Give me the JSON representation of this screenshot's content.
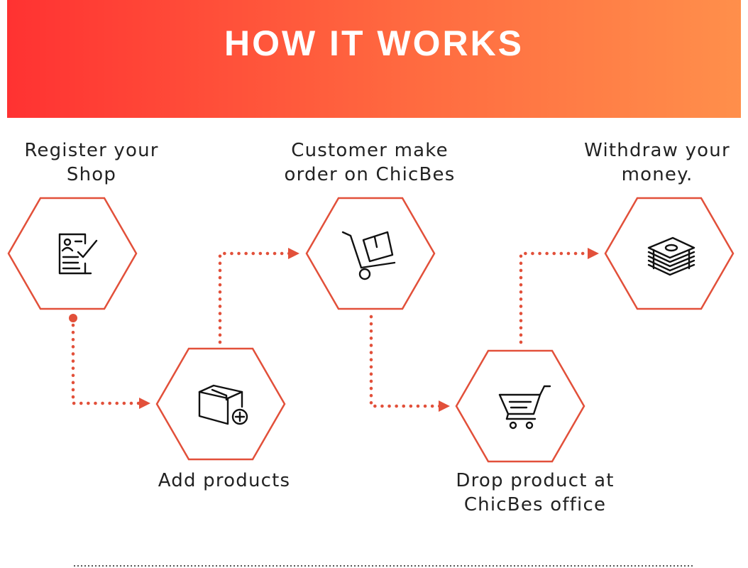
{
  "header": {
    "title": "HOW IT WORKS"
  },
  "steps": [
    {
      "id": 1,
      "label_lines": [
        "Register your",
        "Shop"
      ],
      "icon": "registration-form-icon"
    },
    {
      "id": 2,
      "label_lines": [
        "Add products"
      ],
      "icon": "box-add-icon"
    },
    {
      "id": 3,
      "label_lines": [
        "Customer make",
        "order on ChicBes"
      ],
      "icon": "hand-truck-icon"
    },
    {
      "id": 4,
      "label_lines": [
        "Drop product at",
        "ChicBes office"
      ],
      "icon": "shopping-cart-icon"
    },
    {
      "id": 5,
      "label_lines": [
        "Withdraw your",
        "money."
      ],
      "icon": "money-stack-icon"
    }
  ],
  "colors": {
    "accent": "#e2503a",
    "banner_start": "#ff3232",
    "banner_end": "#ff8f4b",
    "text": "#222222",
    "icon": "#111111"
  }
}
